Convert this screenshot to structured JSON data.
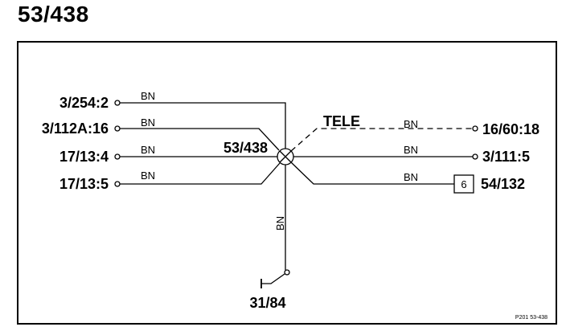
{
  "title": "53/438",
  "center_label": "53/438",
  "connectors_left": [
    {
      "label": "3/254:2",
      "wire": "BN"
    },
    {
      "label": "3/112A:16",
      "wire": "BN"
    },
    {
      "label": "17/13:4",
      "wire": "BN"
    },
    {
      "label": "17/13:5",
      "wire": "BN"
    }
  ],
  "connectors_right": [
    {
      "label": "16/60:18",
      "wire": "BN",
      "style": "dashed"
    },
    {
      "label": "3/111:5",
      "wire": "BN",
      "style": "solid"
    },
    {
      "label": "54/132",
      "wire": "BN",
      "style": "solid",
      "box": "6"
    }
  ],
  "tele_label": "TELE",
  "ground": {
    "label": "31/84",
    "wire": "BN"
  },
  "figure_ref": "P201 53-438"
}
